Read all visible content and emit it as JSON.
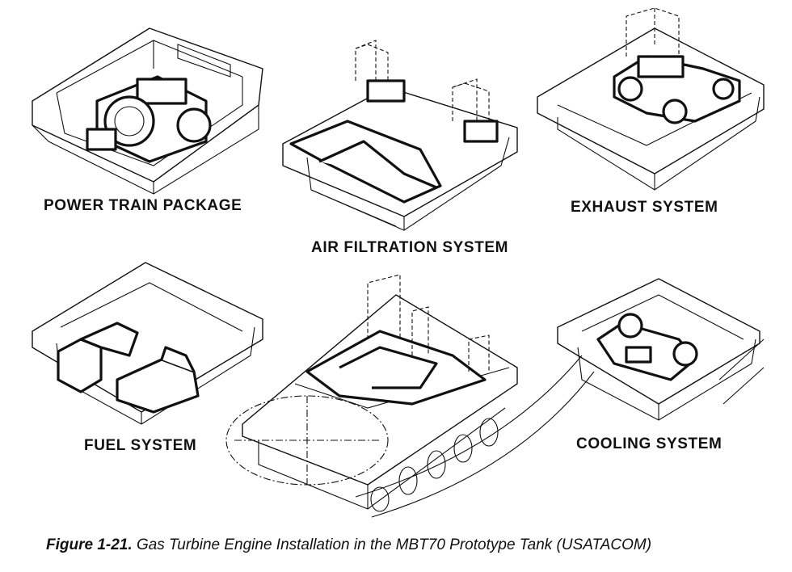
{
  "labels": {
    "power_train": "POWER TRAIN PACKAGE",
    "air_filtration": "AIR FILTRATION SYSTEM",
    "exhaust": "EXHAUST SYSTEM",
    "fuel": "FUEL SYSTEM",
    "cooling": "COOLING SYSTEM"
  },
  "caption": {
    "number": "Figure 1-21.",
    "text": "Gas Turbine Engine Installation in the MBT70 Prototype Tank (USATACOM)"
  }
}
